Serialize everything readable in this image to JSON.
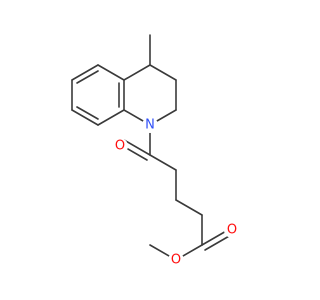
{
  "colors": {
    "bond": "#3a3a3a",
    "nitrogen": "#3050f8",
    "oxygen": "#ff0d0d"
  },
  "atoms": {
    "nitrogen": {
      "symbol": "N",
      "color": "#3050f8"
    },
    "ketone_oxygen": {
      "symbol": "O",
      "color": "#ff0d0d"
    },
    "ester_carbonyl_oxygen": {
      "symbol": "O",
      "color": "#ff0d0d"
    },
    "ester_ether_oxygen": {
      "symbol": "O",
      "color": "#ff0d0d"
    }
  }
}
